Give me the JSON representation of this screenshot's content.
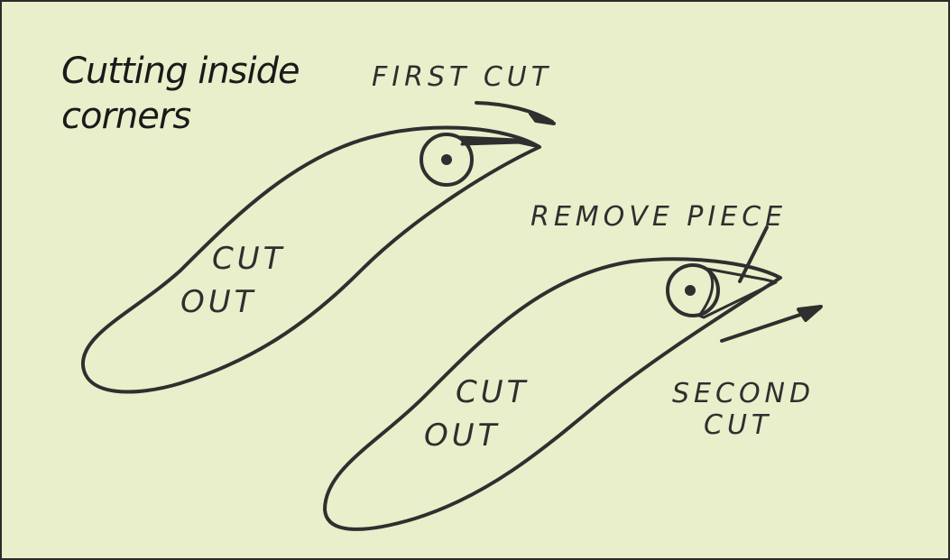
{
  "title_line1": "Cutting inside",
  "title_line2": "corners",
  "labels": {
    "first_cut": "FIRST CUT",
    "remove_piece": "REMOVE PIECE",
    "second_cut_1": "SECOND",
    "second_cut_2": "CUT",
    "cutout1_1": "CUT",
    "cutout1_2": "OUT",
    "cutout2_1": "CUT",
    "cutout2_2": "OUT"
  },
  "colors": {
    "background": "#eaefcb",
    "ink": "#2f2f2f"
  }
}
